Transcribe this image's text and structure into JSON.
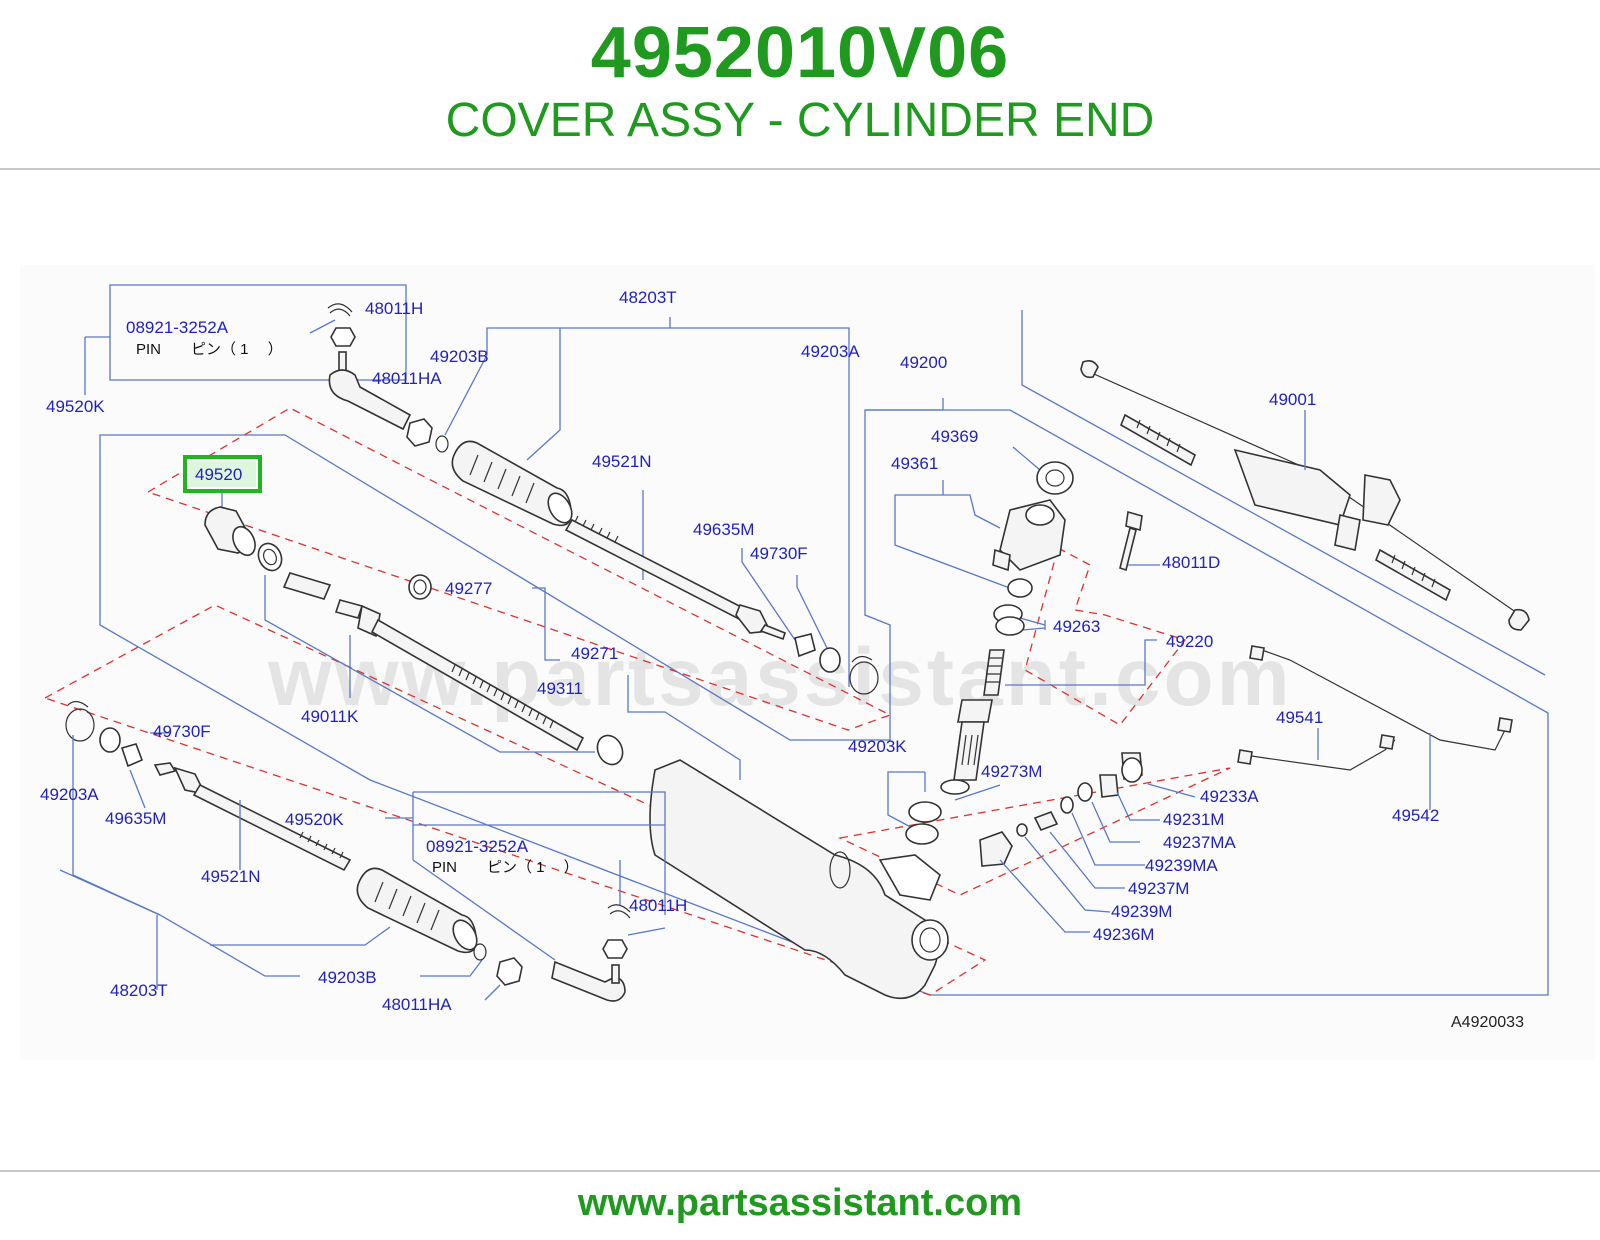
{
  "header": {
    "part_number": "4952010V06",
    "part_title": "COVER ASSY - CYLINDER END"
  },
  "footer": {
    "url": "www.partsassistant.com"
  },
  "diagram": {
    "watermark": "www.partsassistant.com",
    "reference_code": "A4920033",
    "highlight_color": "#1fb51f",
    "label_color": "#2222bb",
    "leader_color": "#5a78c8",
    "group_dash_color": "#e03030",
    "highlighted_part": "49520",
    "pin_text": "PIN　　ピン（ 1　 ）",
    "labels": {
      "p08921_top": "08921-3252A",
      "p48011H_top": "48011H",
      "p48011HA_top": "48011HA",
      "p49520K_top": "49520K",
      "p48203T_top": "48203T",
      "p49203B_top": "49203B",
      "p49203A_top": "49203A",
      "p49200": "49200",
      "p49001": "49001",
      "p49369": "49369",
      "p49361": "49361",
      "p49521N_top": "49521N",
      "p49520": "49520",
      "p49635M_top": "49635M",
      "p49730F_top": "49730F",
      "p48011D": "48011D",
      "p49277": "49277",
      "p49263": "49263",
      "p49220": "49220",
      "p49271": "49271",
      "p49311": "49311",
      "p49011K": "49011K",
      "p49541": "49541",
      "p49730F_bot": "49730F",
      "p49203K": "49203K",
      "p49273M": "49273M",
      "p49233A": "49233A",
      "p49203A_bot": "49203A",
      "p49635M_bot": "49635M",
      "p49231M": "49231M",
      "p49542": "49542",
      "p49520K_bot": "49520K",
      "p49237MA": "49237MA",
      "p08921_bot": "08921-3252A",
      "p49239MA": "49239MA",
      "p49521N_bot": "49521N",
      "p49237M": "49237M",
      "p48011H_bot": "48011H",
      "p49239M": "49239M",
      "p49236M": "49236M",
      "p48203T_bot": "48203T",
      "p49203B_bot": "49203B",
      "p48011HA_bot": "48011HA"
    }
  }
}
